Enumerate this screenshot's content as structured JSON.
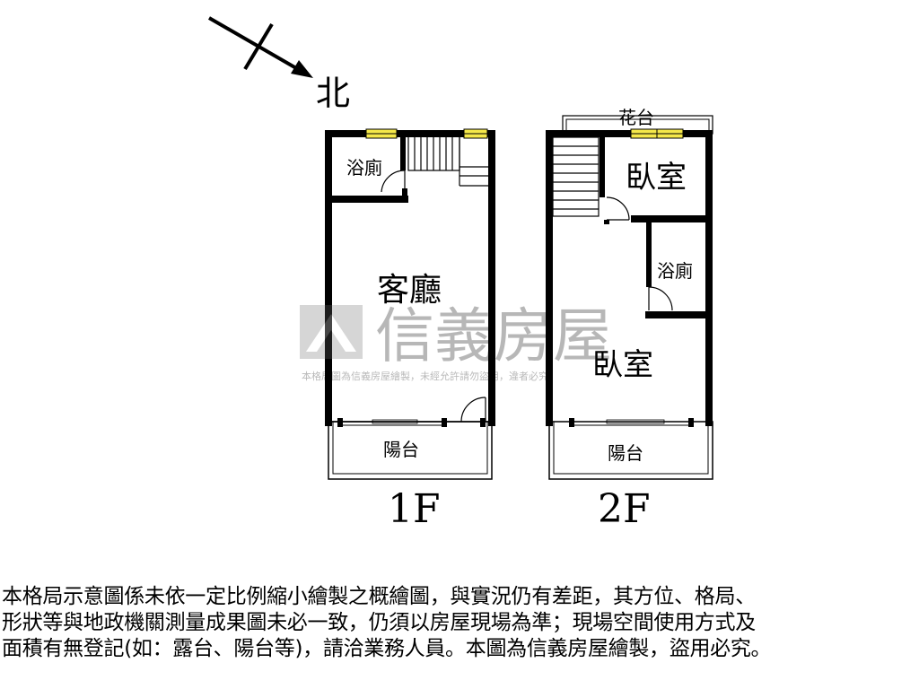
{
  "compass": {
    "label": "北"
  },
  "floors": [
    {
      "label": "1F",
      "rooms": {
        "bath": "浴廁",
        "living": "客廳",
        "balcony": "陽台"
      }
    },
    {
      "label": "2F",
      "rooms": {
        "planter": "花台",
        "bedroom_top": "臥室",
        "bath": "浴廁",
        "bedroom_main": "臥室",
        "balcony": "陽台"
      }
    }
  ],
  "watermark": {
    "brand": "信義房屋",
    "small": "本格局圖為信義房屋繪製，未經允許請勿盜用，違者必究"
  },
  "disclaimer": [
    "本格局示意圖係未依一定比例縮小繪製之概繪圖，與實況仍有差距，其方位、格局、",
    "形狀等與地政機關測量成果圖未必一致，仍須以房屋現場為準；現場空間使用方式及",
    "面積有無登記(如：露台、陽台等)，請洽業務人員。本圖為信義房屋繪製，盜用必究。"
  ]
}
